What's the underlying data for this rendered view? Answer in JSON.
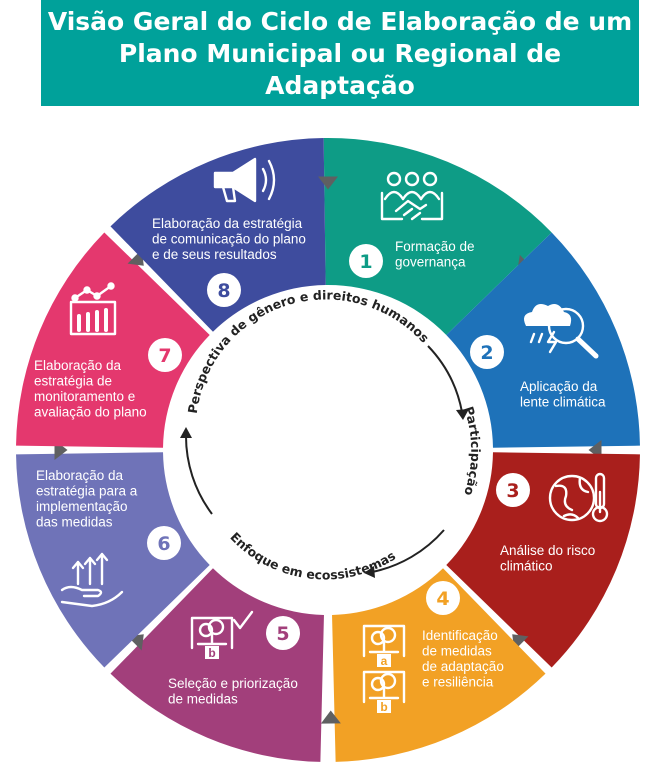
{
  "header": {
    "title": "Visão Geral do Ciclo de Elaboração de um Plano Municipal ou Regional de Adaptação",
    "color": "#00a19a"
  },
  "segments": [
    {
      "number": "1",
      "lines": [
        "Formação de",
        "governança"
      ],
      "color": "#0e9c86",
      "icon": "handshake-group-icon"
    },
    {
      "number": "2",
      "lines": [
        "Aplicação da",
        "lente climática"
      ],
      "color": "#1e72b9",
      "icon": "climate-lens-icon"
    },
    {
      "number": "3",
      "lines": [
        "Análise do risco",
        "climático"
      ],
      "color": "#a91f1c",
      "icon": "globe-thermometer-icon"
    },
    {
      "number": "4",
      "lines": [
        "Identificação",
        "de medidas",
        "de adaptação",
        "e resiliência"
      ],
      "color": "#f2a125",
      "icon": "tree-options-icon",
      "icon_labels": [
        "a",
        "b"
      ]
    },
    {
      "number": "5",
      "lines": [
        "Seleção e priorização",
        "de medidas"
      ],
      "color": "#a23f7b",
      "icon": "tree-selection-icon",
      "icon_labels": [
        "b"
      ]
    },
    {
      "number": "6",
      "lines": [
        "Elaboração da",
        "estratégia para a",
        "implementação",
        "das medidas"
      ],
      "color": "#6f73b8",
      "icon": "hand-growth-icon"
    },
    {
      "number": "7",
      "lines": [
        "Elaboração da",
        "estratégia de",
        "monitoramento e",
        "avaliação do plano"
      ],
      "color": "#e4386e",
      "icon": "bar-chart-icon"
    },
    {
      "number": "8",
      "lines": [
        "Elaboração da estratégia",
        "de comunicação do plano",
        "e de seus resultados"
      ],
      "color": "#3e4c9e",
      "icon": "megaphone-icon"
    }
  ],
  "ring_labels": {
    "top": "Perspectiva de gênero e direitos humanos",
    "right": "Participação",
    "bottom": "Enfoque em ecossistemas"
  }
}
